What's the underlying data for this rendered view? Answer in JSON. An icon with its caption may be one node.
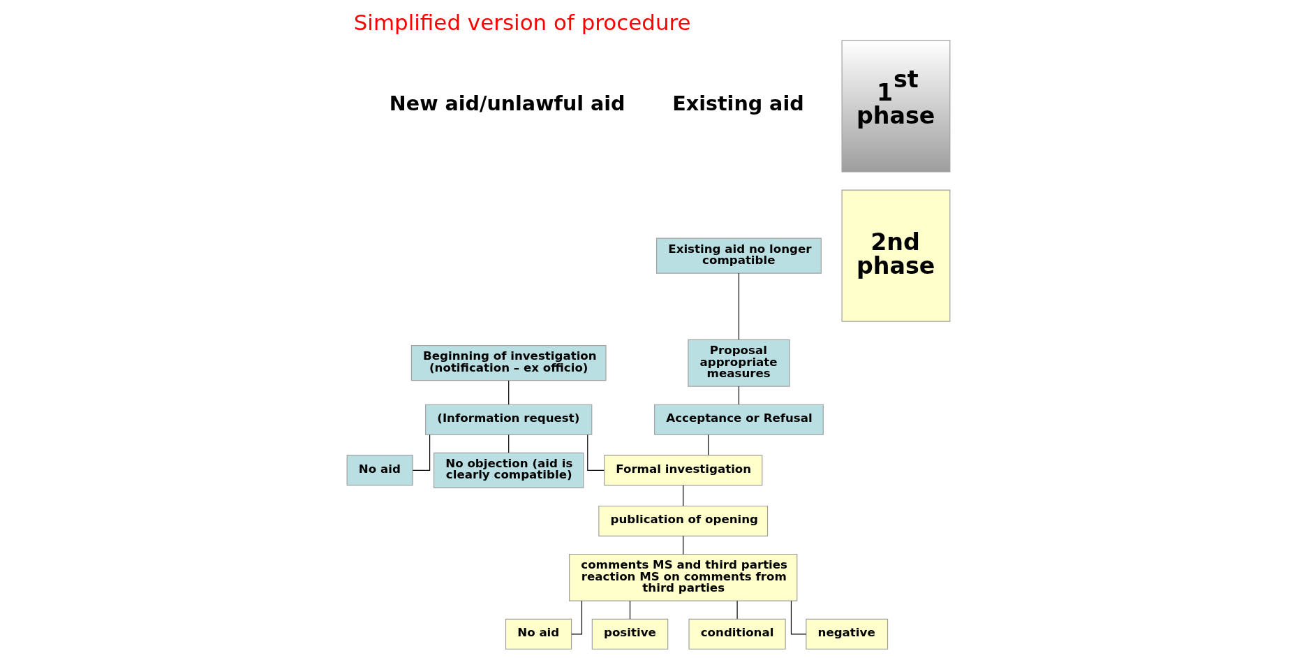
{
  "diagram": {
    "title": "Simplified version of procedure",
    "nodes": [
      {
        "text": [
          "Existing aid no longer compatible"
        ]
      },
      {
        "text": [
          "Proposal appropriate measures"
        ]
      },
      {
        "text": [
          "Acceptance or Refusal"
        ]
      },
      {
        "text": [
          "Beginning of investigation (notification – ex officio)"
        ]
      },
      {
        "text": [
          "(Information request)"
        ]
      },
      {
        "text": [
          "No aid"
        ]
      },
      {
        "text": [
          "No objection (aid is clearly compatible)"
        ]
      },
      {
        "text": [
          "Formal investigation"
        ]
      },
      {
        "text": [
          "publication of opening"
        ]
      },
      {
        "text": [
          "comments MS and third parties reaction MS on comments from third parties"
        ]
      },
      {
        "text": [
          "No aid"
        ]
      },
      {
        "text": [
          "positive"
        ]
      },
      {
        "text": [
          "conditional"
        ]
      },
      {
        "text": [
          "negative"
        ]
      },
      {
        "text": [
          "1$^{st}$ phase"
        ]
      },
      {
        "text": [
          "2nd phase"
        ]
      }
    ],
    "edges": [
      {
        "from": 0,
        "to": 1,
        "arrow": "none"
      },
      {
        "from": 1,
        "to": 2,
        "arrow": "none"
      },
      {
        "from": 2,
        "to": 7,
        "arrow": "none"
      },
      {
        "from": 3,
        "to": 4,
        "arrow": "none"
      },
      {
        "from": 4,
        "to": 5,
        "arrow": "none"
      },
      {
        "from": 4,
        "to": 6,
        "arrow": "none"
      },
      {
        "from": 4,
        "to": 7,
        "arrow": "none"
      },
      {
        "from": 7,
        "to": 8,
        "arrow": "none"
      },
      {
        "from": 8,
        "to": 9,
        "arrow": "none"
      },
      {
        "from": 9,
        "to": 10,
        "arrow": "none"
      },
      {
        "from": 9,
        "to": 11,
        "arrow": "none"
      },
      {
        "from": 9,
        "to": 12,
        "arrow": "none"
      },
      {
        "from": 9,
        "to": 13,
        "arrow": "none"
      }
    ],
    "labels": [
      "New aid/unlawful aid",
      "Existing aid"
    ]
  }
}
